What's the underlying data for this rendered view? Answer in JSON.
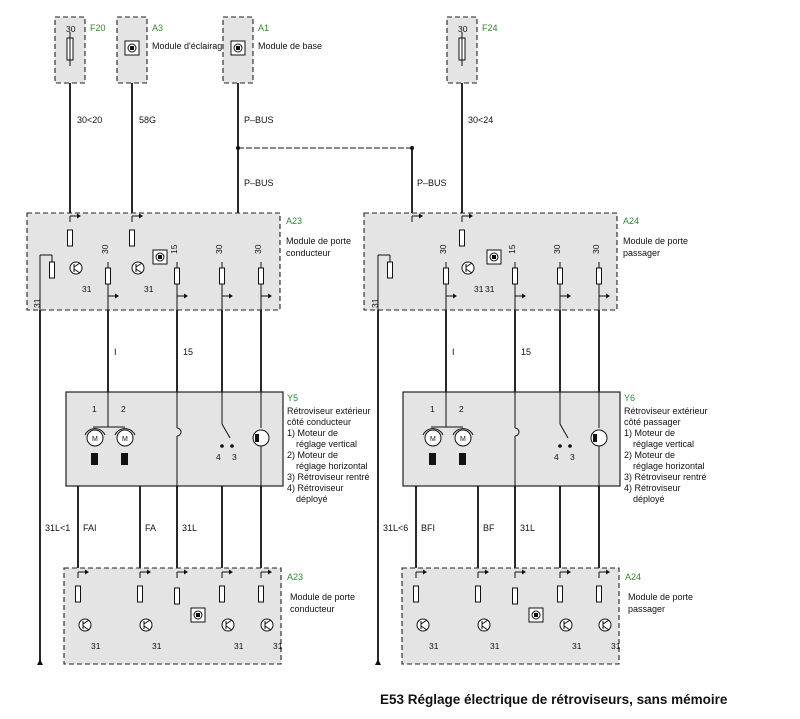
{
  "title": "E53 Réglage électrique de rétroviseurs, sans mémoire",
  "top_modules": {
    "f20": {
      "pin": "30",
      "code": "F20"
    },
    "a3": {
      "code": "A3",
      "name": "Module d'éclairage"
    },
    "a1": {
      "code": "A1",
      "name": "Module de base"
    },
    "f24": {
      "pin": "30",
      "code": "F24"
    }
  },
  "wires_top": {
    "w1": "30<20",
    "w2": "58G",
    "w3": "P–BUS",
    "w4": "P–BUS",
    "w5": "P–BUS",
    "w6": "30<24"
  },
  "door_left_upper": {
    "code": "A23",
    "name_l1": "Module de porte",
    "name_l2": "conducteur",
    "pins": [
      "30",
      "15",
      "30",
      "30"
    ],
    "ground": "31",
    "m_ground_1": "31",
    "m_ground_2": "31"
  },
  "door_right_upper": {
    "code": "A24",
    "name_l1": "Module de porte",
    "name_l2": "passager",
    "pins": [
      "30",
      "15",
      "30",
      "30"
    ],
    "ground": "31",
    "m_ground_1": "31",
    "m_ground_2": "31"
  },
  "mid_wires": {
    "left_1": "I",
    "left_2": "15",
    "right_1": "I",
    "right_2": "15"
  },
  "mirror_left": {
    "code": "Y5",
    "lines": [
      "Rétroviseur extérieur",
      "côté conducteur",
      "1) Moteur de",
      "réglage vertical",
      "2) Moteur de",
      "réglage horizontal",
      "3) Rétroviseur rentré",
      "4) Rétroviseur",
      "déployé"
    ],
    "n1": "1",
    "n2": "2",
    "n3": "3",
    "n4": "4"
  },
  "mirror_right": {
    "code": "Y6",
    "lines": [
      "Rétroviseur extérieur",
      "côté passager",
      "1) Moteur de",
      "réglage vertical",
      "2) Moteur de",
      "réglage horizontal",
      "3) Rétroviseur rentré",
      "4) Rétroviseur",
      "déployé"
    ],
    "n1": "1",
    "n2": "2",
    "n3": "3",
    "n4": "4"
  },
  "lower_wires_left": {
    "w1": "31L<1",
    "w2": "FAI",
    "w3": "FA",
    "w4": "31L"
  },
  "lower_wires_right": {
    "w1": "31L<6",
    "w2": "BFI",
    "w3": "BF",
    "w4": "31L"
  },
  "door_left_lower": {
    "code": "A23",
    "name_l1": "Module de porte",
    "name_l2": "conducteur",
    "grounds": [
      "31",
      "31",
      "31",
      "31"
    ]
  },
  "door_right_lower": {
    "code": "A24",
    "name_l1": "Module de porte",
    "name_l2": "passager",
    "grounds": [
      "31",
      "31",
      "31",
      "31"
    ]
  }
}
